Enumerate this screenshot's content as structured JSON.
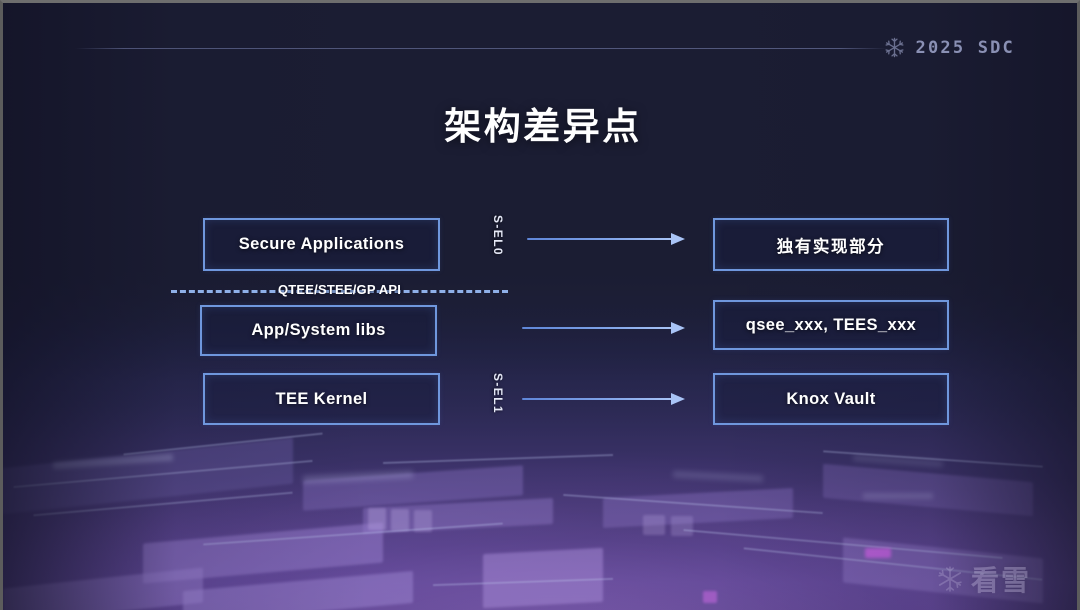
{
  "slide": {
    "title": "架构差异点",
    "background_color": "#1b1d33",
    "accent_color": "#6f97dd"
  },
  "header": {
    "brand_text": "2025 SDC",
    "brand_icon": "snowflake-icon"
  },
  "diagram": {
    "left_column": [
      {
        "label": "Secure Applications"
      },
      {
        "label": "App/System libs"
      },
      {
        "label": "TEE Kernel"
      }
    ],
    "right_column": [
      {
        "label": "独有实现部分"
      },
      {
        "label": "qsee_xxx, TEES_xxx"
      },
      {
        "label": "Knox Vault"
      }
    ],
    "divider_label": "QTEE/STEE/GP API",
    "exception_levels": [
      {
        "label": "S-EL0"
      },
      {
        "label": "S-EL1"
      }
    ],
    "arrows": [
      {
        "name": "arrow-secure-apps-to-unique-impl"
      },
      {
        "name": "arrow-app-libs-to-qsee-tees"
      },
      {
        "name": "arrow-tee-kernel-to-knox-vault"
      }
    ]
  },
  "watermark": {
    "text": "看雪",
    "icon": "snowflake-icon"
  }
}
